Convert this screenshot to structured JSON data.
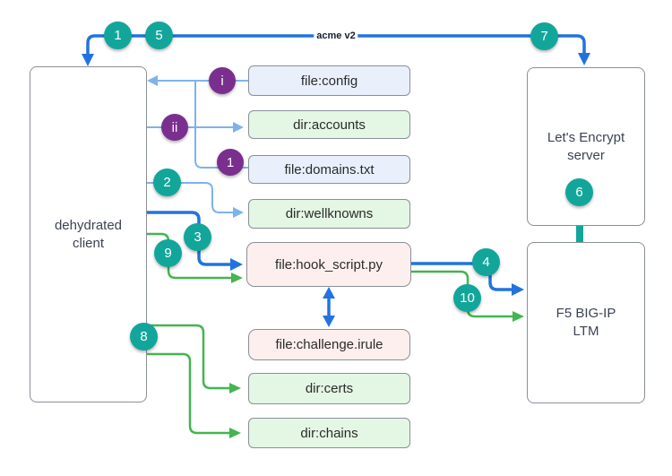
{
  "title_label": "acme v2",
  "nodes": {
    "client": {
      "line1": "dehydrated",
      "line2": "client"
    },
    "letsencrypt": {
      "line1": "Let's Encrypt",
      "line2": "server"
    },
    "f5": {
      "line1": "F5 BIG-IP",
      "line2": "LTM"
    }
  },
  "artifacts": [
    {
      "label": "file:config",
      "kind": "file"
    },
    {
      "label": "dir:accounts",
      "kind": "dir"
    },
    {
      "label": "file:domains.txt",
      "kind": "file"
    },
    {
      "label": "dir:wellknowns",
      "kind": "dir"
    },
    {
      "label": "file:hook_script.py",
      "kind": "script"
    },
    {
      "label": "file:challenge.irule",
      "kind": "script"
    },
    {
      "label": "dir:certs",
      "kind": "dir"
    },
    {
      "label": "dir:chains",
      "kind": "dir"
    }
  ],
  "steps": [
    {
      "label": "1"
    },
    {
      "label": "5"
    },
    {
      "label": "7"
    },
    {
      "label": "2"
    },
    {
      "label": "3"
    },
    {
      "label": "9"
    },
    {
      "label": "8"
    },
    {
      "label": "4"
    },
    {
      "label": "10"
    },
    {
      "label": "6"
    }
  ],
  "substeps": [
    {
      "label": "i"
    },
    {
      "label": "ii"
    },
    {
      "label": "1"
    }
  ],
  "colors": {
    "teal_badge": "#12a69b",
    "purple_badge": "#7a2f8f",
    "blue_line": "#2273df",
    "light_blue_line": "#7fb2ec",
    "green_line": "#43b551",
    "file_fill": "#e9f0fb",
    "dir_fill": "#e4f6e4",
    "script_fill": "#fdefed",
    "box_border": "#8a8f98"
  }
}
